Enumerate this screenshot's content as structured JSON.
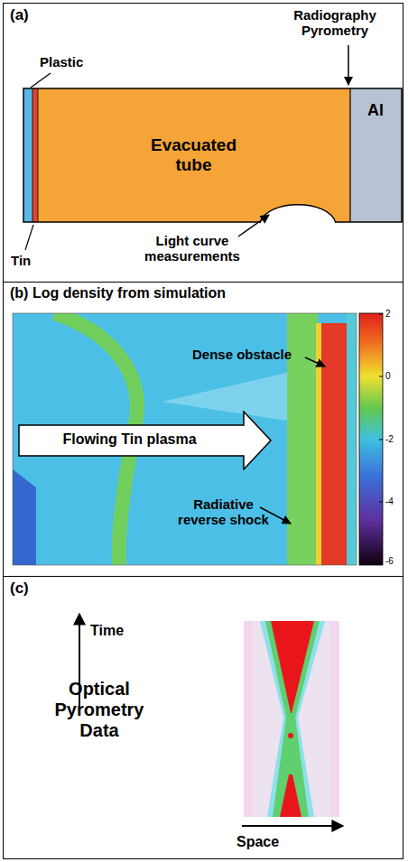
{
  "diagram": {
    "nodes": [
      {
        "text": [
          "(a)"
        ]
      },
      {
        "text": [
          "(b) Log density from simulation"
        ]
      },
      {
        "text": [
          "(c)"
        ]
      },
      {
        "text": [
          "Evacuated tube"
        ],
        "in": 0
      },
      {
        "text": [
          "Al"
        ],
        "in": 0
      },
      {
        "text": [
          "Flowing Tin plasma"
        ],
        "in": 1
      }
    ],
    "labels": [
      "Plastic",
      "Tin",
      "Radiography Pyrometry",
      "Light curve measurements",
      "Dense obstacle",
      "Radiative reverse shock",
      "2",
      "0",
      "-2",
      "-4",
      "-6",
      "Time",
      "Optical Pyrometry Data",
      "Space"
    ]
  }
}
